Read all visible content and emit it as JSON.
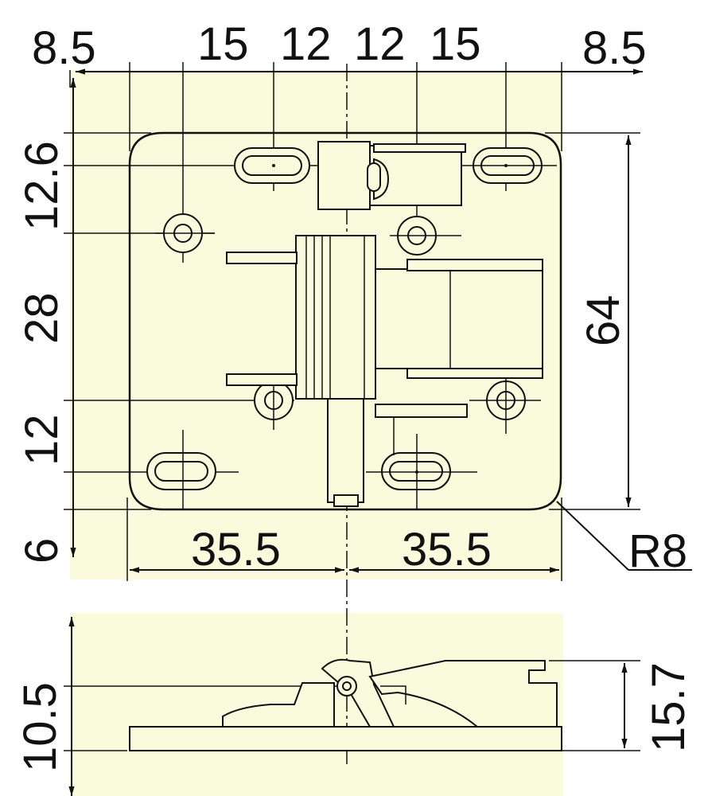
{
  "top_dimensions": [
    "8.5",
    "15",
    "12",
    "12",
    "15",
    "8.5"
  ],
  "left_dimensions": [
    "12.6",
    "28",
    "12",
    "6"
  ],
  "right_dimension": "64",
  "bottom_dimensions": [
    "35.5",
    "35.5"
  ],
  "radius_label": "R8",
  "side_view_left": "10.5",
  "side_view_right": "15.7"
}
